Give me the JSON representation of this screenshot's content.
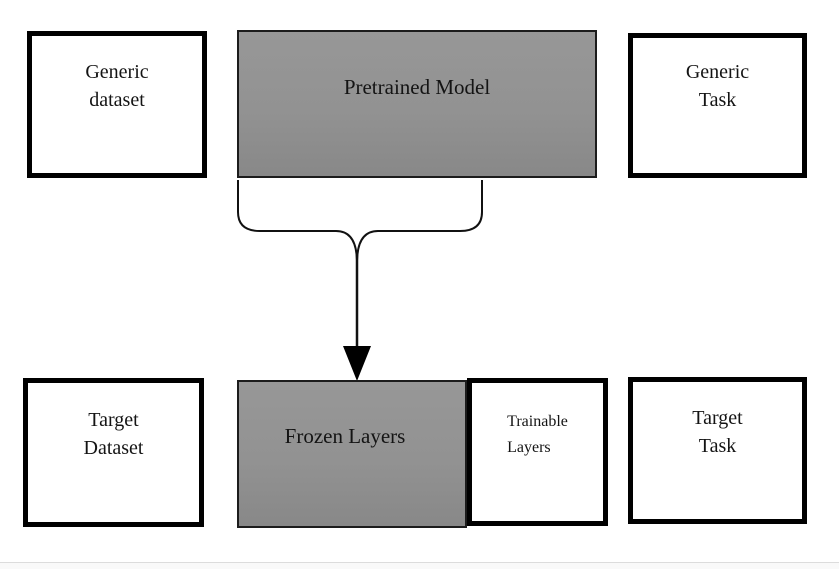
{
  "boxes": {
    "generic_dataset": {
      "line1": "Generic",
      "line2": "dataset"
    },
    "pretrained_model": {
      "line1": "Pretrained Model"
    },
    "generic_task": {
      "line1": "Generic",
      "line2": "Task"
    },
    "target_dataset": {
      "line1": "Target",
      "line2": "Dataset"
    },
    "frozen_layers": {
      "line1": "Frozen Layers"
    },
    "trainable_layers": {
      "line1": "Trainable",
      "line2": "Layers"
    },
    "target_task": {
      "line1": "Target",
      "line2": "Task"
    }
  },
  "colors": {
    "gray_fill_top": "#979797",
    "gray_fill_bottom": "#888888",
    "box_border": "#000000",
    "gray_box_border": "#1c1c1c",
    "connector_line": "#111111",
    "arrowhead_fill": "#000000",
    "background": "#ffffff",
    "page_edge_line": "#dcdcdc"
  }
}
